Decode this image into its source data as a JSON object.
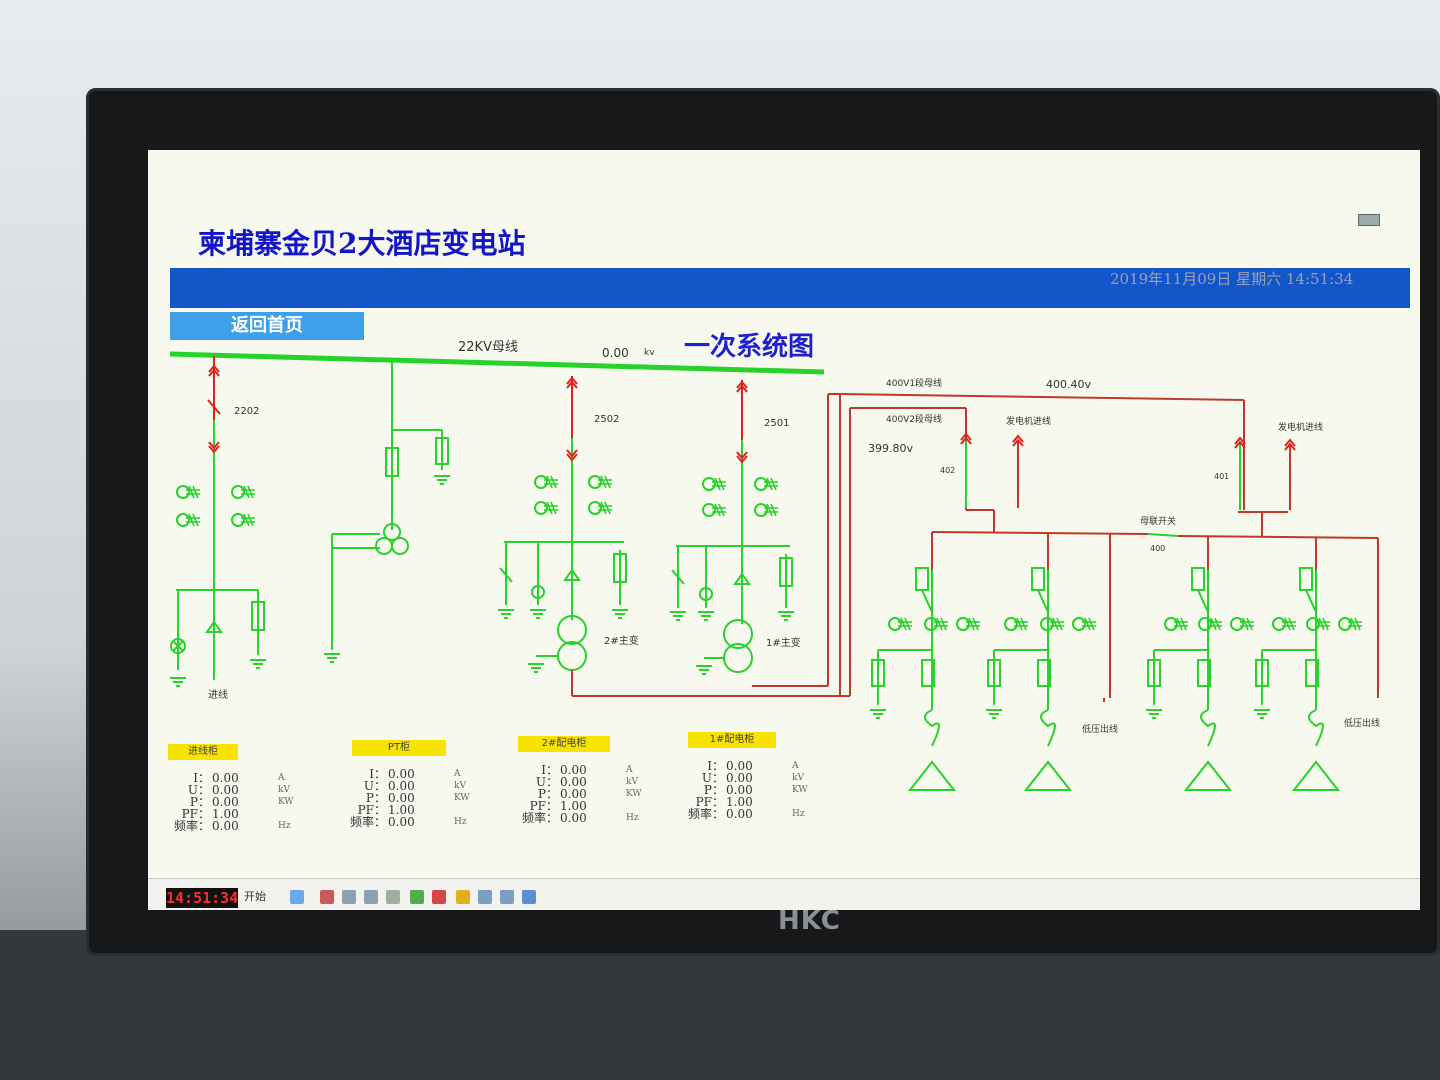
{
  "app": {
    "title": "柬埔寨金贝2大酒店变电站",
    "datetime": "2019年11月09日  星期六  14:51:34",
    "main_title": "一次系统图",
    "home_button": "返回首页",
    "monitor_brand": "HKC"
  },
  "bus": {
    "bus_22kv_label": "22KV母线",
    "bus_22kv_value": "0.00",
    "bus_22kv_unit": "kv",
    "bus_400v1_label": "400V1段母线",
    "bus_400v1_value": "400.40v",
    "bus_400v2_label": "400V2段母线",
    "bus_400v2_value": "399.80v"
  },
  "labels": {
    "sw2202": "2202",
    "sw2502": "2502",
    "sw2501": "2501",
    "incoming_line": "进线",
    "transformer_2": "2#主变",
    "transformer_1": "1#主变",
    "gen_in_1": "发电机进线",
    "gen_in_2": "发电机进线",
    "sw402": "402",
    "sw401": "401",
    "sw400": "400",
    "bus_tie": "母联开关",
    "lv_out_1": "低压出线",
    "lv_out_2": "低压出线"
  },
  "panels": [
    {
      "name": "进线柜",
      "I": "0.00",
      "U": "0.00",
      "P": "0.00",
      "PF": "1.00",
      "F": "0.00"
    },
    {
      "name": "PT柜",
      "I": "0.00",
      "U": "0.00",
      "P": "0.00",
      "PF": "1.00",
      "F": "0.00"
    },
    {
      "name": "2#配电柜",
      "I": "0.00",
      "U": "0.00",
      "P": "0.00",
      "PF": "1.00",
      "F": "0.00"
    },
    {
      "name": "1#配电柜",
      "I": "0.00",
      "U": "0.00",
      "P": "0.00",
      "PF": "1.00",
      "F": "0.00"
    }
  ],
  "meter_keys": {
    "I": "I：",
    "U": "U：",
    "P": "P：",
    "PF": "PF：",
    "F": "频率："
  },
  "units": {
    "I": "A",
    "U": "kV",
    "P": "KW",
    "PF": "",
    "F": "Hz"
  },
  "taskbar": {
    "clock": "14:51:34",
    "start": "开始"
  },
  "colors": {
    "line_green": "#27d22a",
    "line_red": "#c0392b",
    "arrow_red": "#e0211c",
    "title_blue": "#1316c8",
    "bar_blue": "#1256c9",
    "badge_yellow": "#f7e200"
  }
}
